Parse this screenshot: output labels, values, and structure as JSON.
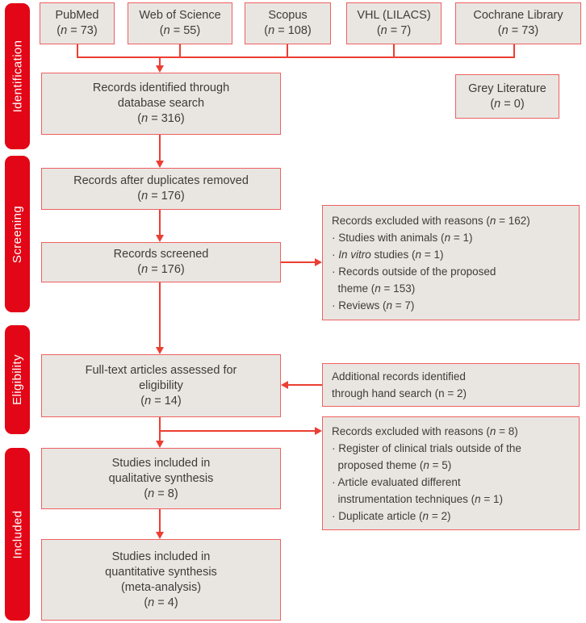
{
  "palette": {
    "bar_red": "#e30617",
    "line_red": "#ec3e32",
    "box_border": "#ef6060",
    "box_fill": "#e9e6e2",
    "text": "#3f3c38"
  },
  "stages": [
    {
      "label": "Identification"
    },
    {
      "label": "Screening"
    },
    {
      "label": "Eligibility"
    },
    {
      "label": "Included"
    }
  ],
  "boxes": {
    "pubmed": {
      "lines": [
        "PubMed",
        "(n = 73)"
      ]
    },
    "web_of_science": {
      "lines": [
        "Web of Science",
        "(n = 55)"
      ]
    },
    "scopus": {
      "lines": [
        "Scopus",
        "(n = 108)"
      ]
    },
    "vhl_lilacs": {
      "lines": [
        "VHL (LILACS)",
        "(n = 7)"
      ]
    },
    "cochrane_library": {
      "lines": [
        "Cochrane Library",
        "(n = 73)"
      ]
    },
    "grey_literature": {
      "lines": [
        "Grey Literature",
        "(n = 0)"
      ]
    },
    "identified": {
      "lines": [
        "Records identified through",
        "database search",
        "(n = 316)"
      ]
    },
    "duplicates_removed": {
      "lines": [
        "Records after duplicates removed",
        "(n = 176)"
      ]
    },
    "screened": {
      "lines": [
        "Records screened",
        "(n = 176)"
      ]
    },
    "excluded_screening": {
      "lines": [
        "Records excluded with reasons (n = 162)",
        "· Studies with animals (n = 1)",
        "· *In vitro* studies (n = 1)",
        "· Records outside of the proposed",
        "  theme (n = 153)",
        "· Reviews (n = 7)"
      ]
    },
    "full_text": {
      "lines": [
        "Full-text articles assessed for",
        "eligibility",
        "(n = 14)"
      ]
    },
    "hand_search": {
      "lines": [
        "Additional records identified",
        "through hand search (n = 2)"
      ],
      "plain_n": true
    },
    "excluded_eligibility": {
      "lines": [
        "Records excluded with reasons (n = 8)",
        "· Register of clinical trials outside of the",
        "  proposed theme (n = 5)",
        "· Article evaluated different",
        "  instrumentation techniques (n = 1)",
        "· Duplicate article (n = 2)"
      ]
    },
    "qualitative": {
      "lines": [
        "Studies included in",
        "qualitative synthesis",
        "(n = 8)"
      ]
    },
    "quantitative": {
      "lines": [
        "Studies included in",
        "quantitative synthesis",
        "(meta-analysis)",
        "(n = 4)"
      ]
    }
  }
}
